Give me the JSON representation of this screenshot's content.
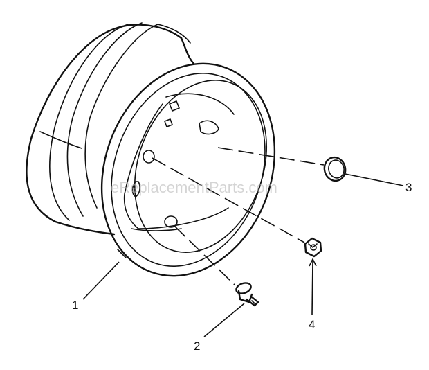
{
  "watermark": "eReplacementParts.com",
  "callouts": [
    {
      "number": "1",
      "part": "wheel-rim"
    },
    {
      "number": "2",
      "part": "valve-stem"
    },
    {
      "number": "3",
      "part": "hub-cap"
    },
    {
      "number": "4",
      "part": "lug-nut"
    }
  ],
  "colors": {
    "line": "#111111",
    "background": "#ffffff",
    "watermark": "#b8b8b8"
  }
}
